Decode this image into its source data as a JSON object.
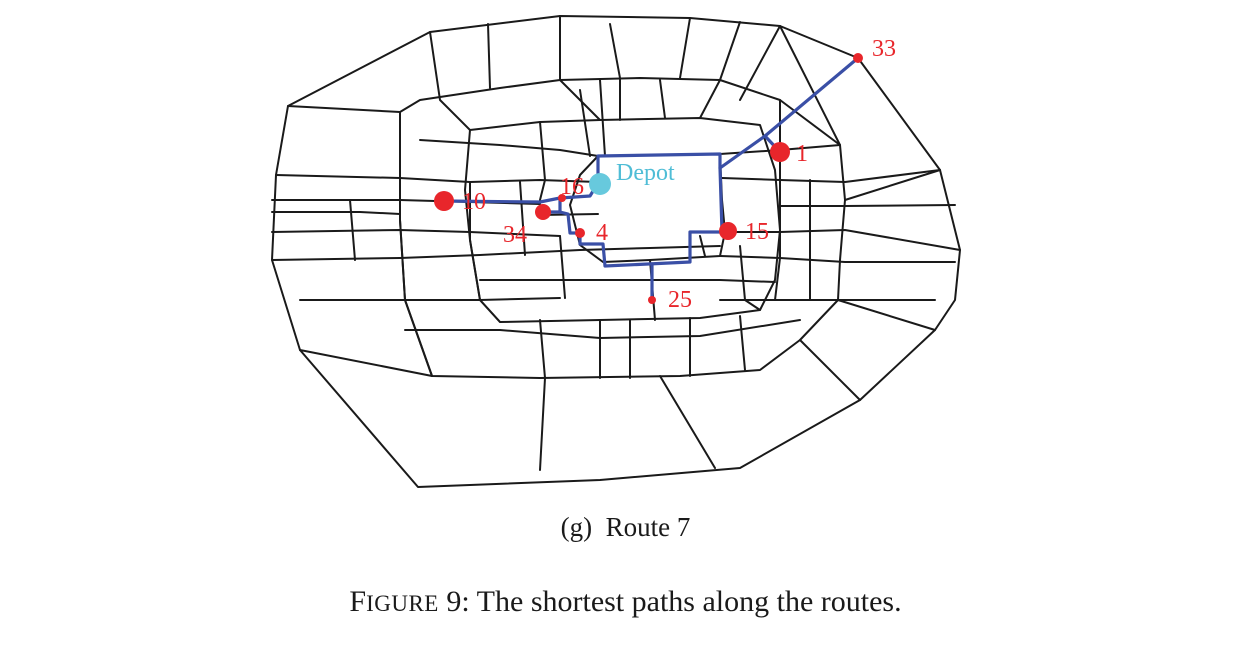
{
  "figure": {
    "subcaption_marker": "(g)",
    "subcaption_text": "Route 7",
    "caption_label_first": "F",
    "caption_label_rest": "IGURE",
    "caption_number": "9:",
    "caption_text": "The shortest paths along the routes."
  },
  "map": {
    "depot_label": "Depot",
    "route_color": "#3a4fa6",
    "node_color": "#e8262b",
    "depot_color": "#67c9dd",
    "nodes": [
      {
        "id": "33",
        "label": "33"
      },
      {
        "id": "1",
        "label": "1"
      },
      {
        "id": "16",
        "label": "16"
      },
      {
        "id": "10",
        "label": "10"
      },
      {
        "id": "34",
        "label": "34"
      },
      {
        "id": "4",
        "label": "4"
      },
      {
        "id": "15",
        "label": "15"
      },
      {
        "id": "25",
        "label": "25"
      }
    ]
  }
}
